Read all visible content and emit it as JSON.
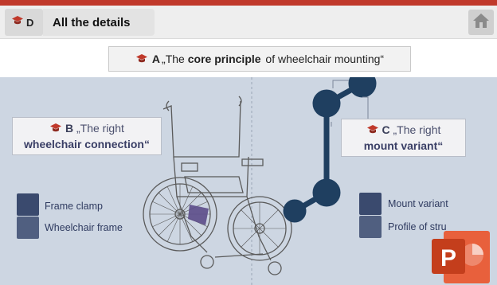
{
  "header": {
    "tab_letter": "D",
    "title": "All the details"
  },
  "banner": {
    "letter": "A",
    "open_quote": "„The ",
    "bold": "core principle",
    "rest": " of wheelchair mounting“"
  },
  "box_b": {
    "letter": "B",
    "line1": " „The right",
    "line2": "wheelchair connection“"
  },
  "box_c": {
    "letter": "C",
    "line1": " „The right",
    "line2": "mount variant“"
  },
  "legend_left": [
    {
      "label": "Frame clamp"
    },
    {
      "label": "Wheelchair frame"
    }
  ],
  "legend_right": [
    {
      "label": "Mount variant"
    },
    {
      "label": "Profile of stru"
    }
  ],
  "colors": {
    "accent_red": "#c0392b",
    "mount_blue": "#1f3f60",
    "panel_bg": "#cdd6e2",
    "legend_navy": "#3a4a6e"
  },
  "icons": {
    "section": "graduation-cap-icon",
    "home": "home-icon",
    "app": "powerpoint-icon"
  }
}
